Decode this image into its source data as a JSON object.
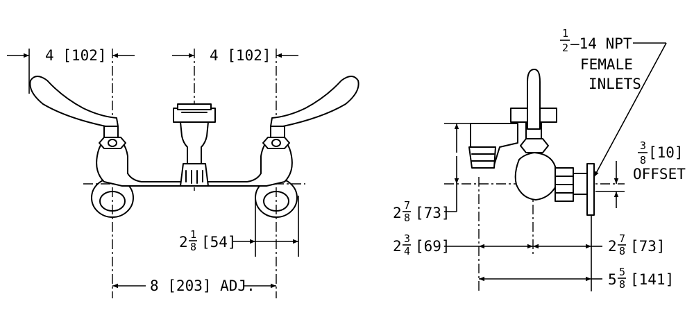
{
  "front_view": {
    "top_left_dim": "4 [102]",
    "top_right_dim": "4 [102]",
    "escutcheon_dim_whole": "2",
    "escutcheon_dim_num": "1",
    "escutcheon_dim_den": "8",
    "escutcheon_dim_metric": "[54]",
    "center_dim": "8 [203] ADJ."
  },
  "side_view": {
    "inlet_whole": "",
    "inlet_num": "1",
    "inlet_den": "2",
    "inlet_thread": "–14 NPT",
    "inlet_line2": "FEMALE",
    "inlet_line3": "INLETS",
    "offset_num": "3",
    "offset_den": "8",
    "offset_metric": "[10]",
    "offset_label": "OFFSET",
    "height_whole": "2",
    "height_num": "7",
    "height_den": "8",
    "height_metric": "[73]",
    "left_whole": "2",
    "left_num": "3",
    "left_den": "4",
    "left_metric": "[69]",
    "right_whole": "2",
    "right_num": "7",
    "right_den": "8",
    "right_metric": "[73]",
    "total_whole": "5",
    "total_num": "5",
    "total_den": "8",
    "total_metric": "[141]"
  }
}
